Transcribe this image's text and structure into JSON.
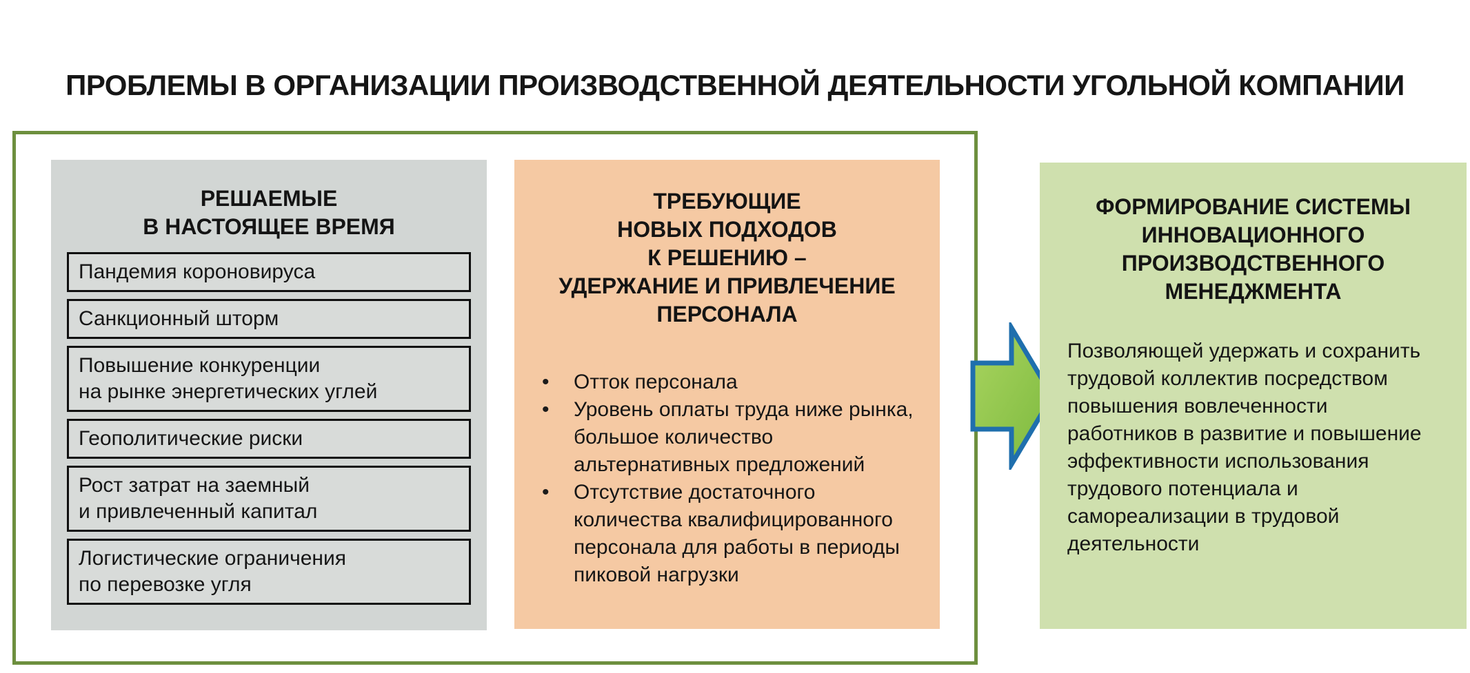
{
  "title": "ПРОБЛЕМЫ В ОРГАНИЗАЦИИ ПРОИЗВОДСТВЕННОЙ ДЕЯТЕЛЬНОСТИ УГОЛЬНОЙ КОМПАНИИ",
  "solved_panel": {
    "header": [
      "РЕШАЕМЫЕ",
      "В НАСТОЯЩЕЕ ВРЕМЯ"
    ],
    "items": [
      [
        "Пандемия короновируса"
      ],
      [
        "Санкционный шторм"
      ],
      [
        "Повышение конкуренции",
        "на рынке энергетических углей"
      ],
      [
        "Геополитические риски"
      ],
      [
        "Рост затрат на заемный",
        "и привлеченный капитал"
      ],
      [
        "Логистические ограничения",
        "по перевозке угля"
      ]
    ]
  },
  "needs_panel": {
    "header": [
      "ТРЕБУЮЩИЕ",
      "НОВЫХ ПОДХОДОВ",
      "К РЕШЕНИЮ –",
      "УДЕРЖАНИЕ И ПРИВЛЕЧЕНИЕ",
      "ПЕРСОНАЛА"
    ],
    "bullet_char": "•",
    "bullets": [
      [
        "Отток персонала"
      ],
      [
        "Уровень оплаты труда ниже рынка,",
        "большое количество",
        "альтернативных предложений"
      ],
      [
        "Отсутствие достаточного",
        "количества квалифицированного",
        "персонала для работы в периоды",
        "пиковой нагрузки"
      ]
    ]
  },
  "result_panel": {
    "header": [
      "ФОРМИРОВАНИЕ СИСТЕМЫ",
      "ИННОВАЦИОННОГО",
      "ПРОИЗВОДСТВЕННОГО",
      "МЕНЕДЖМЕНТА"
    ],
    "body": [
      "Позволяющей удержать и сохранить",
      "трудовой коллектив посредством",
      "повышения вовлеченности",
      "работников в развитие и повышение",
      "эффективности использования",
      "трудового потенциала и",
      "самореализации в трудовой",
      "деятельности"
    ]
  },
  "arrow": {
    "meaning": "transition-to-solution"
  },
  "colors": {
    "solved_panel_bg": "#d2d6d4",
    "solved_item_bg": "#d8dbd9",
    "solved_item_border": "#101010",
    "needs_panel_bg": "#f5c9a3",
    "result_panel_bg": "#cfe0ae",
    "outer_box_border": "#6d8f3e",
    "arrow_fill_light": "#a9d45f",
    "arrow_fill_dark": "#7cb93e",
    "arrow_border": "#1f6fad",
    "title_text": "#161616"
  }
}
